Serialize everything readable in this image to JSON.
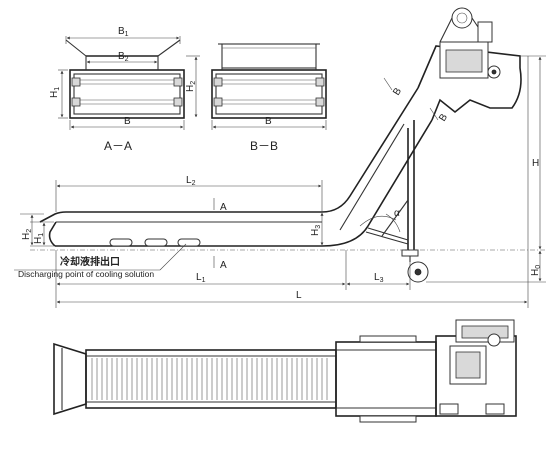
{
  "section_views": {
    "aa": {
      "title": "A－A",
      "dim_b1": "B",
      "dim_b1_sub": "1",
      "dim_b2": "B",
      "dim_b2_sub": "2",
      "dim_b": "B",
      "dim_h1": "H",
      "dim_h1_sub": "1",
      "dim_h2": "H",
      "dim_h2_sub": "2"
    },
    "bb": {
      "title": "B－B",
      "dim_b": "B"
    }
  },
  "elevation": {
    "dim_l2": "L",
    "dim_l2_sub": "2",
    "dim_l1": "L",
    "dim_l1_sub": "1",
    "dim_l3": "L",
    "dim_l3_sub": "3",
    "dim_l": "L",
    "dim_h": "H",
    "dim_h0": "H",
    "dim_h0_sub": "0",
    "dim_h1": "H",
    "dim_h1_sub": "1",
    "dim_h2": "H",
    "dim_h2_sub": "2",
    "dim_h3": "H",
    "dim_h3_sub": "3",
    "angle": "α",
    "section_a": "A",
    "section_b": "B",
    "note_cn": "冷却液排出口",
    "note_en": "Discharging point of cooling solution"
  }
}
